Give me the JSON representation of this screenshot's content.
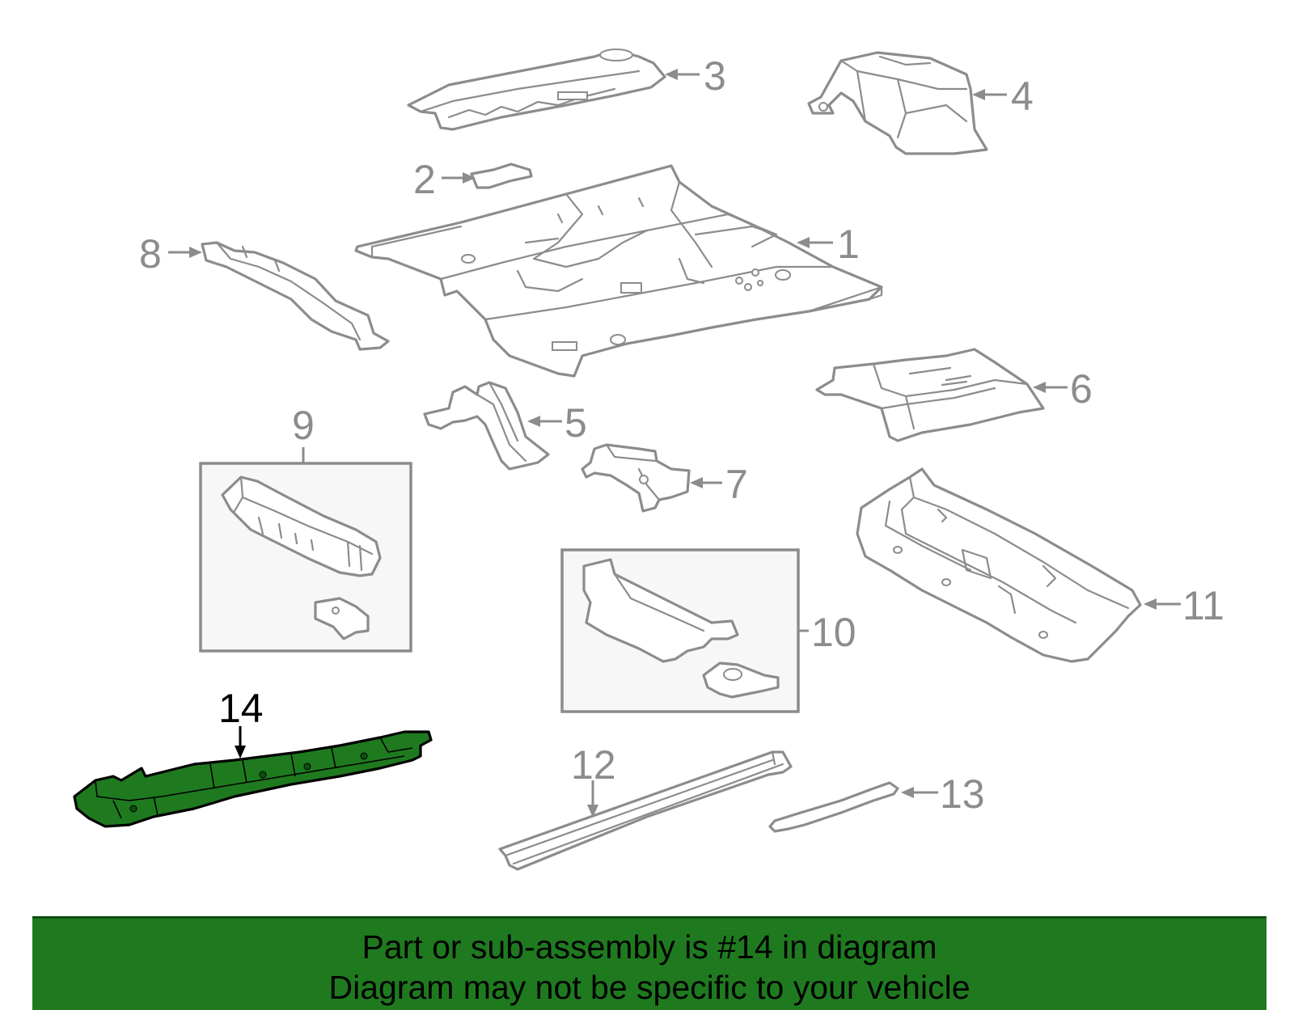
{
  "diagram": {
    "callouts": {
      "c1": "1",
      "c2": "2",
      "c3": "3",
      "c4": "4",
      "c5": "5",
      "c6": "6",
      "c7": "7",
      "c8": "8",
      "c9": "9",
      "c10": "10",
      "c11": "11",
      "c12": "12",
      "c13": "13",
      "c14": "14"
    },
    "highlighted_part": "14",
    "colors": {
      "line": "#8c8c8c",
      "highlight_fill": "#1f7a1f",
      "inset_background": "#f7f7f7"
    }
  },
  "banner": {
    "line1": "Part or sub-assembly is #14 in diagram",
    "line2": "Diagram may not be specific to your vehicle",
    "background": "#1f7a1f"
  }
}
